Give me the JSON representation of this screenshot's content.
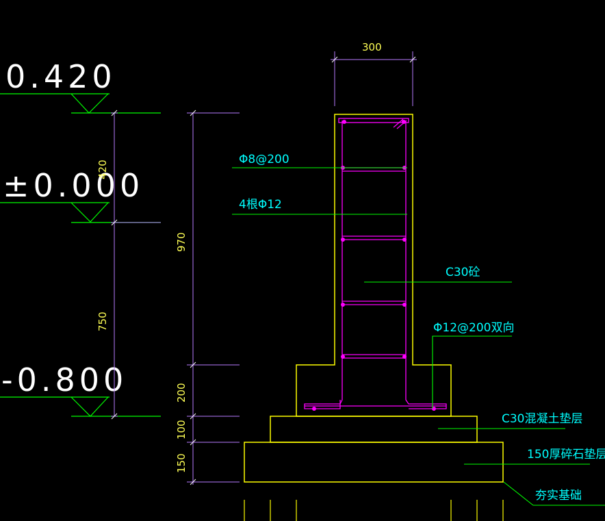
{
  "elevations": {
    "top": "0.420",
    "ground": "±0.000",
    "bottom": "-0.800"
  },
  "dimensions": {
    "width": "300",
    "d420": "420",
    "d750": "750",
    "d970": "970",
    "d200": "200",
    "d100": "100",
    "d150": "150"
  },
  "annotations": {
    "stirrup": "Φ8@200",
    "long_bars": "4根Φ12",
    "concrete": "C30砼",
    "base_bars": "Φ12@200双向",
    "cushion": "C30混凝土垫层",
    "gravel": "150厚碎石垫层",
    "foundation": "夯实基础"
  },
  "colors": {
    "background": "#000000",
    "outline": "#ffff00",
    "rebar": "#ff00ff",
    "leader": "#00ff00",
    "dimension": "#b87cff",
    "text_dim": "#ffff55",
    "text_note": "#00ffff",
    "text_elev": "#ffffff"
  }
}
